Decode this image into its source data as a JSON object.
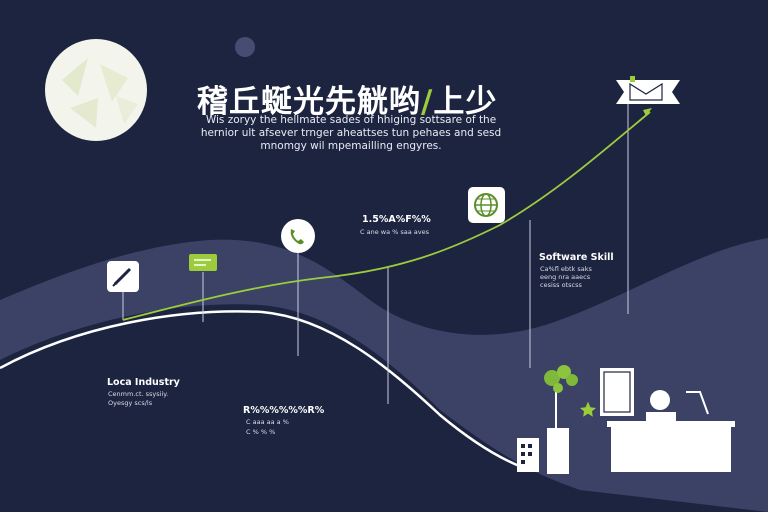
{
  "header": {
    "title": "稽丘蜒光先觥哟",
    "title_mark": "/",
    "title_tail": "上少",
    "subtitle": "Wis zoryy the hellmate sades of hhiging sottsare of the hernior ult afsever trnger aheattses tun pehaes and sesd mnomgy wil mpemailling engyres."
  },
  "milestones": [
    {
      "icon": "pen-icon",
      "label": "",
      "text": ""
    },
    {
      "icon": "message-icon",
      "label": "",
      "text": ""
    },
    {
      "icon": "phone-icon",
      "label": "",
      "text": ""
    },
    {
      "icon": "globe-icon",
      "label": "1.5%A%F%%",
      "text": "C ane wa % saa aves"
    },
    {
      "icon": "flag-icon",
      "label": "",
      "text": ""
    }
  ],
  "captions": {
    "local_industry": {
      "title": "Loca Industry",
      "lines": [
        "Cenmm.ct. ssysiiy.",
        "Oyesgy scs/ls"
      ]
    },
    "bottom_center": {
      "title": "R%%%%%%R%",
      "lines": [
        "C aaa aa a %",
        "C % % %"
      ]
    },
    "software_skill": {
      "title": "Software Skill",
      "lines": [
        "Ca%fl ebtk saks",
        "eeng nra aaecs",
        "cesiss otscss"
      ]
    }
  },
  "colors": {
    "background": "#1d2440",
    "hill": "#3d4468",
    "accent": "#9ccc3c",
    "moon": "#f3f5ec"
  }
}
